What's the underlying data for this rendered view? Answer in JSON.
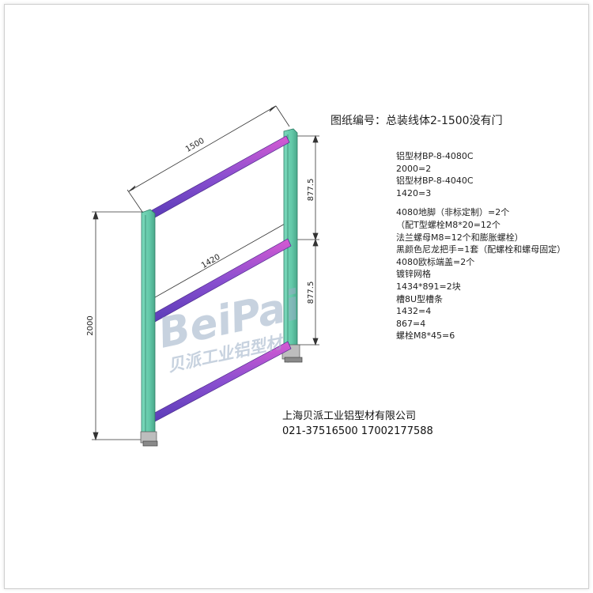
{
  "title": "图纸编号：总装线体2-1500没有门",
  "bom_group1": [
    "铝型材BP-8-4080C",
    "2000=2",
    "铝型材BP-8-4040C",
    "1420=3"
  ],
  "bom_group2": [
    "4080地脚（非标定制）=2个",
    "（配T型螺栓M8*20=12个",
    "法兰螺母M8=12个和膨胀螺栓）",
    "黑颜色尼龙把手=1套（配螺栓和螺母固定）",
    "4080欧标端盖=2个",
    "镀锌网格",
    "1434*891=2块",
    "槽8U型槽条",
    "1432=4",
    "867=4",
    "螺栓M8*45=6"
  ],
  "company": {
    "name": "上海贝派工业铝型材有限公司",
    "phone": "021-37516500 17002177588"
  },
  "dimensions": {
    "top_length": "1500",
    "inner_length": "1420",
    "height": "2000",
    "upper_section": "877.5",
    "lower_section": "877.5"
  },
  "watermark": {
    "logo": "BeiPai",
    "slogan": "贝派工业铝型材"
  },
  "colors": {
    "post": "#62c8a8",
    "post_edge": "#2f7d66",
    "beam_top": "#d65ad2",
    "beam_mid": "#8a4fd0",
    "beam_bottom": "#5a3cb8",
    "foot": "#8a8a8a",
    "watermark": "#9aaec6"
  }
}
